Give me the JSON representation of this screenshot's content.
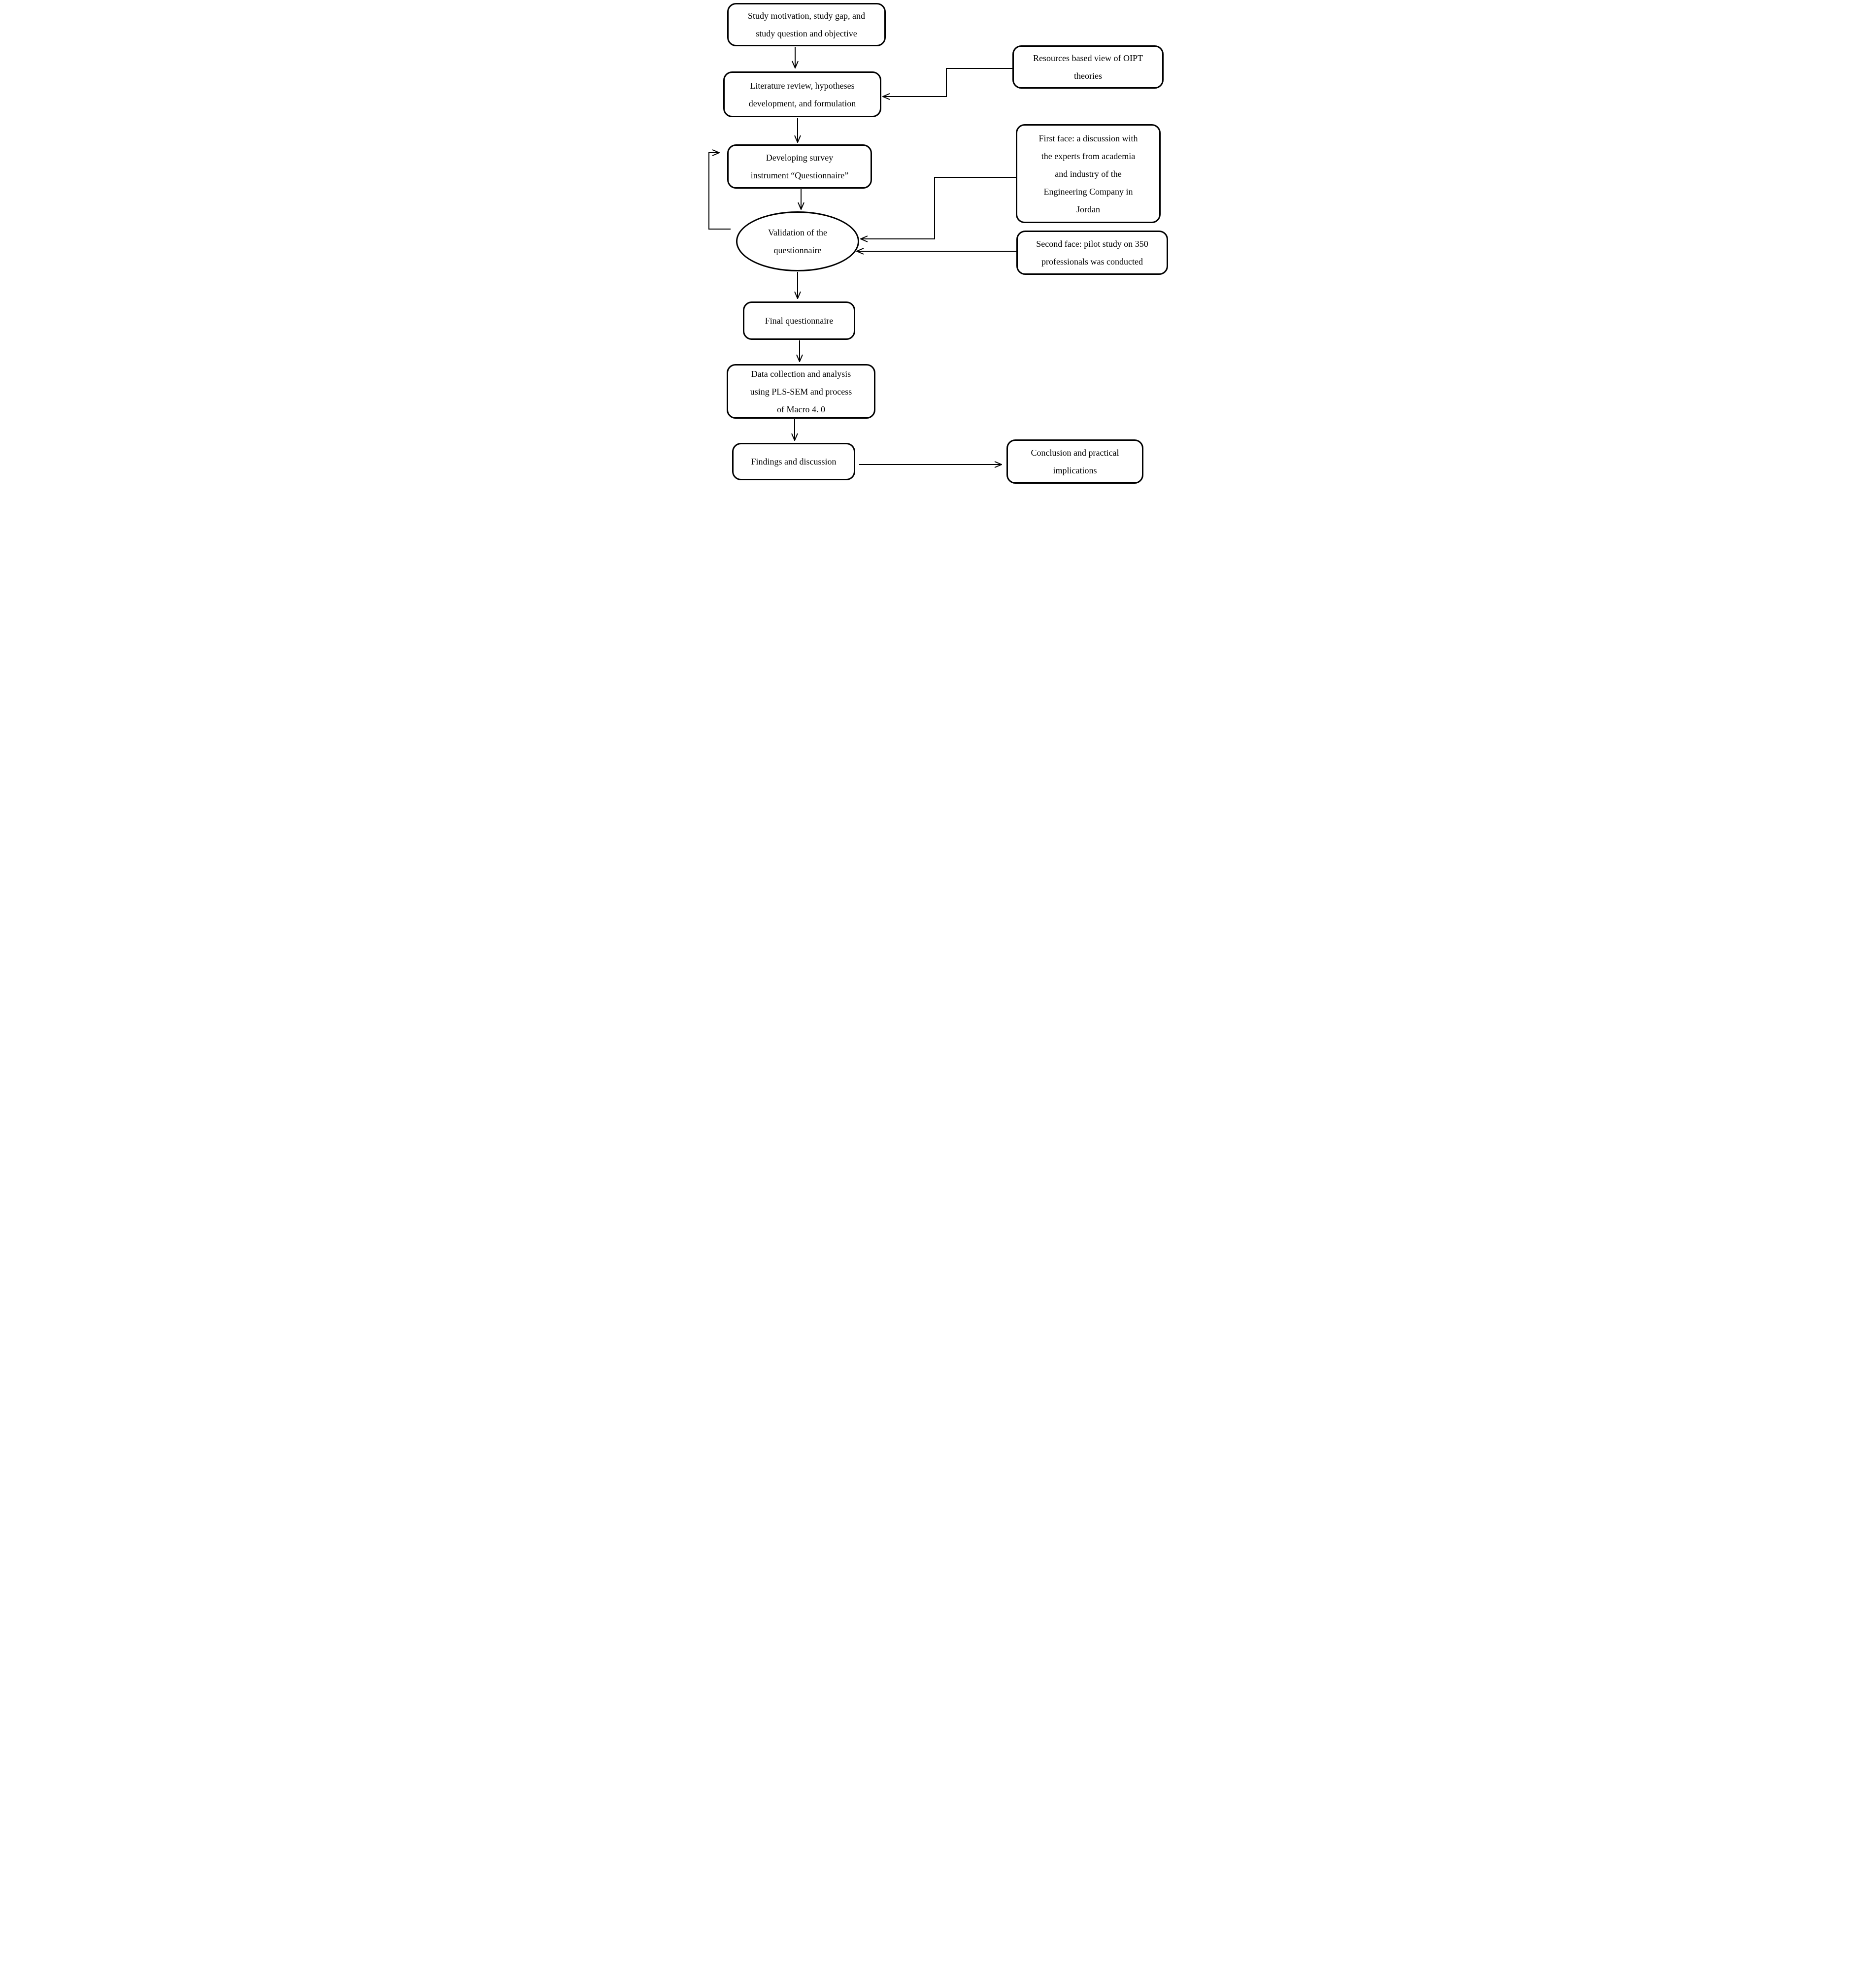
{
  "colors": {
    "ink": "#000000",
    "paper": "#ffffff"
  },
  "nodes": {
    "study_motivation": {
      "shape": "rounded-rectangle",
      "lines": [
        "Study motivation, study gap, and",
        "study question and objective"
      ]
    },
    "literature_review": {
      "shape": "rounded-rectangle",
      "lines": [
        "Literature review, hypotheses",
        "development, and formulation"
      ]
    },
    "oipt": {
      "shape": "rounded-rectangle",
      "lines": [
        "Resources based view of OIPT",
        "theories"
      ]
    },
    "developing_survey": {
      "shape": "rounded-rectangle",
      "lines": [
        "Developing survey",
        "instrument “Questionnaire”"
      ]
    },
    "validation": {
      "shape": "ellipse",
      "lines": [
        "Validation of the",
        "questionnaire"
      ]
    },
    "first_face": {
      "shape": "rounded-rectangle",
      "lines": [
        "First face: a discussion with",
        "the experts from academia",
        "and industry of the",
        "Engineering Company in",
        "Jordan"
      ]
    },
    "second_face": {
      "shape": "rounded-rectangle",
      "lines": [
        "Second face: pilot study on 350",
        "professionals was conducted"
      ]
    },
    "final_questionnaire": {
      "shape": "rounded-rectangle",
      "lines": [
        "Final questionnaire"
      ]
    },
    "data_collection": {
      "shape": "rounded-rectangle",
      "lines": [
        "Data collection and analysis",
        "using PLS-SEM and process",
        "of Macro 4. 0"
      ]
    },
    "findings": {
      "shape": "rounded-rectangle",
      "lines": [
        "Findings and discussion"
      ]
    },
    "conclusion": {
      "shape": "rounded-rectangle",
      "lines": [
        "Conclusion and practical",
        "implications"
      ]
    }
  },
  "edges": [
    {
      "from": "study_motivation",
      "to": "literature_review",
      "type": "arrow-down"
    },
    {
      "from": "oipt",
      "to": "literature_review",
      "type": "elbow-arrow-left"
    },
    {
      "from": "literature_review",
      "to": "developing_survey",
      "type": "arrow-down"
    },
    {
      "from": "developing_survey",
      "to": "validation",
      "type": "arrow-down"
    },
    {
      "from": "first_face",
      "to": "validation",
      "type": "elbow-arrow-left"
    },
    {
      "from": "second_face",
      "to": "validation",
      "type": "arrow-left"
    },
    {
      "from": "validation",
      "to": "developing_survey",
      "type": "feedback-loop-arrow"
    },
    {
      "from": "validation",
      "to": "final_questionnaire",
      "type": "arrow-down"
    },
    {
      "from": "final_questionnaire",
      "to": "data_collection",
      "type": "arrow-down"
    },
    {
      "from": "data_collection",
      "to": "findings",
      "type": "arrow-down"
    },
    {
      "from": "findings",
      "to": "conclusion",
      "type": "arrow-right"
    }
  ]
}
